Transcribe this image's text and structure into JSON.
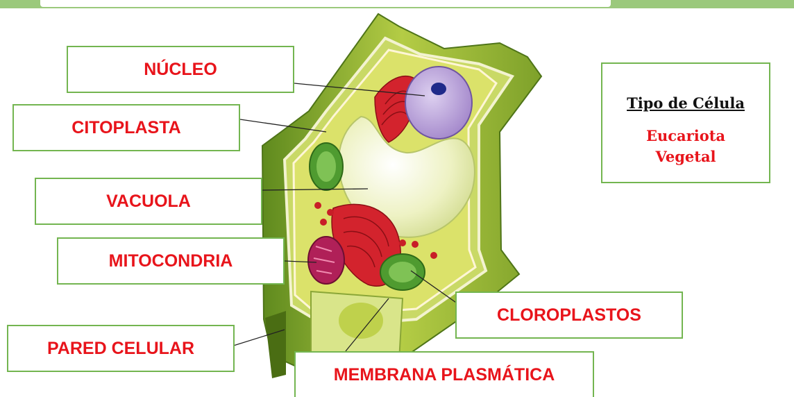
{
  "labels": {
    "nucleo": "NÚCLEO",
    "citoplasta": "CITOPLASTA",
    "vacuola": "VACUOLA",
    "mitocondria": "MITOCONDRIA",
    "pared_celular": "PARED CELULAR",
    "cloroplastos": "CLOROPLASTOS",
    "membrana_plasmatica": "MEMBRANA PLASMÁTICA"
  },
  "info": {
    "title": "Tipo de Célula",
    "line1": "Eucariota",
    "line2": "Vegetal"
  },
  "colors": {
    "border": "#73b550",
    "label_text": "#e8141b",
    "cell_wall": "#a9c23a",
    "cytoplasm": "#dfe36a",
    "vacuole": "#eef3c0",
    "nucleus": "#b79ad6",
    "organelle_red": "#d3232d",
    "chloroplast": "#5aa83a"
  }
}
